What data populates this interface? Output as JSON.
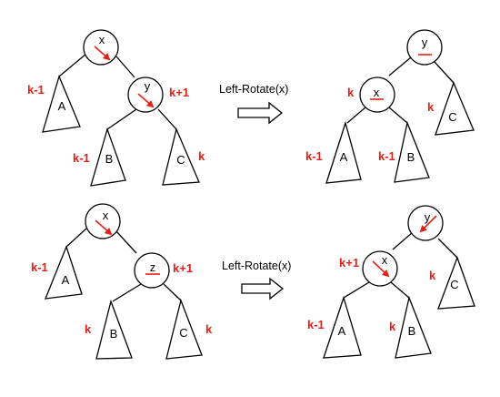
{
  "operation_label": "Left-Rotate(x)",
  "colors": {
    "accent": "#e32119",
    "stroke": "#000000"
  },
  "case1": {
    "before": {
      "root": "x",
      "right_child": "y",
      "subtree_A": "A",
      "subtree_B": "B",
      "subtree_C": "C",
      "rank_A": "k-1",
      "rank_y": "k+1",
      "rank_B": "k-1",
      "rank_C": "k"
    },
    "after": {
      "root": "y",
      "left_child": "x",
      "subtree_A": "A",
      "subtree_B": "B",
      "subtree_C": "C",
      "rank_x": "k",
      "rank_C": "k",
      "rank_A": "k-1",
      "rank_B": "k-1"
    }
  },
  "case2": {
    "before": {
      "root": "x",
      "right_child": "z",
      "subtree_A": "A",
      "subtree_B": "B",
      "subtree_C": "C",
      "rank_A": "k-1",
      "rank_z": "k+1",
      "rank_B": "k",
      "rank_C": "k"
    },
    "after": {
      "root": "y",
      "left_child": "x",
      "subtree_A": "A",
      "subtree_B": "B",
      "subtree_C": "C",
      "rank_x": "k+1",
      "rank_C": "k",
      "rank_A": "k-1",
      "rank_B": "k"
    }
  }
}
